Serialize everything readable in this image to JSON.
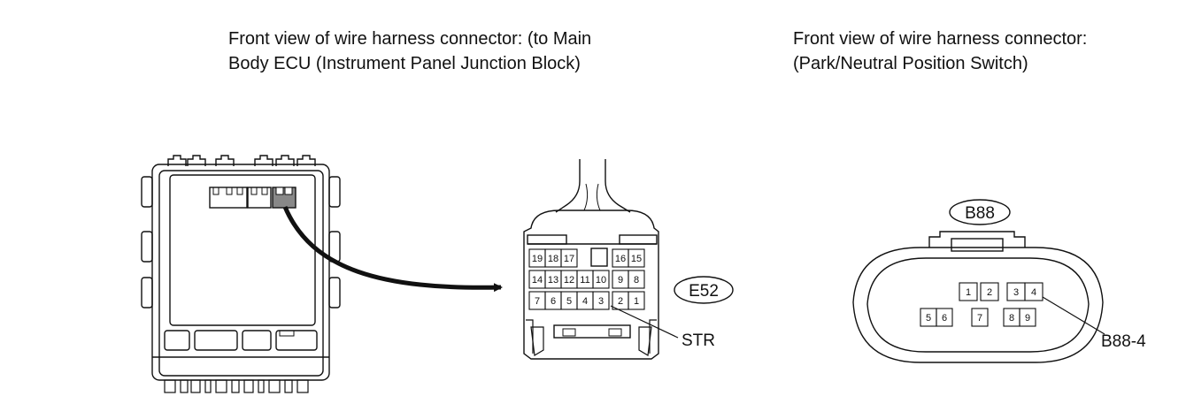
{
  "left_caption": {
    "line1": "Front view of wire harness connector: (to Main",
    "line2": "Body ECU (Instrument Panel Junction Block)"
  },
  "right_caption": {
    "line1": "Front view of wire harness connector:",
    "line2": "(Park/Neutral Position Switch)"
  },
  "e52": {
    "code": "E52",
    "callout": "STR",
    "row1": [
      "19",
      "18",
      "17",
      "",
      "16",
      "15"
    ],
    "row2": [
      "14",
      "13",
      "12",
      "11",
      "10",
      "9",
      "8"
    ],
    "row3": [
      "7",
      "6",
      "5",
      "4",
      "3",
      "2",
      "1"
    ]
  },
  "b88": {
    "code": "B88",
    "callout": "B88-4",
    "top": [
      "1",
      "2",
      "3",
      "4"
    ],
    "bottom": [
      "5",
      "6",
      "7",
      "8",
      "9"
    ]
  }
}
